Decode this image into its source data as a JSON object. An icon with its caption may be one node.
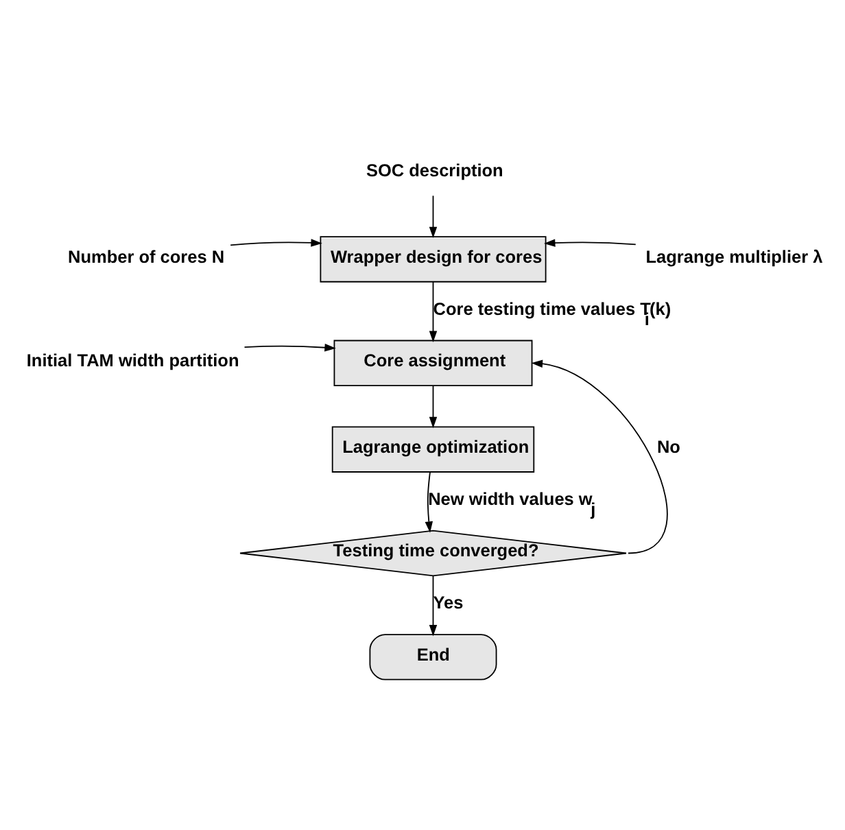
{
  "diagram": {
    "nodes": [
      {
        "text": [
          "SOC description"
        ]
      },
      {
        "text": [
          "Wrapper design for cores"
        ]
      },
      {
        "text": [
          "Number of cores N"
        ]
      },
      {
        "text": [
          "Lagrange multiplier λ"
        ]
      },
      {
        "text": [
          "Core assignment"
        ]
      },
      {
        "text": [
          "Initial TAM width partition"
        ]
      },
      {
        "text": [
          "Lagrange optimization"
        ]
      },
      {
        "text": [
          "Testing time converged?"
        ]
      },
      {
        "text": [
          "End"
        ]
      }
    ],
    "edges": [
      {
        "from": 0,
        "to": 1,
        "arrow": "to"
      },
      {
        "from": 2,
        "to": 1,
        "arrow": "to"
      },
      {
        "from": 3,
        "to": 1,
        "arrow": "to"
      },
      {
        "from": 1,
        "to": 4,
        "arrow": "to",
        "label": "Core testing time values T$_{i}$(k)"
      },
      {
        "from": 5,
        "to": 4,
        "arrow": "to"
      },
      {
        "from": 4,
        "to": 6,
        "arrow": "to"
      },
      {
        "from": 6,
        "to": 7,
        "arrow": "to",
        "label": "New width values w$_{j}$"
      },
      {
        "from": 7,
        "to": 4,
        "arrow": "to",
        "label": "No"
      },
      {
        "from": 7,
        "to": 8,
        "arrow": "to",
        "label": "Yes"
      }
    ]
  }
}
